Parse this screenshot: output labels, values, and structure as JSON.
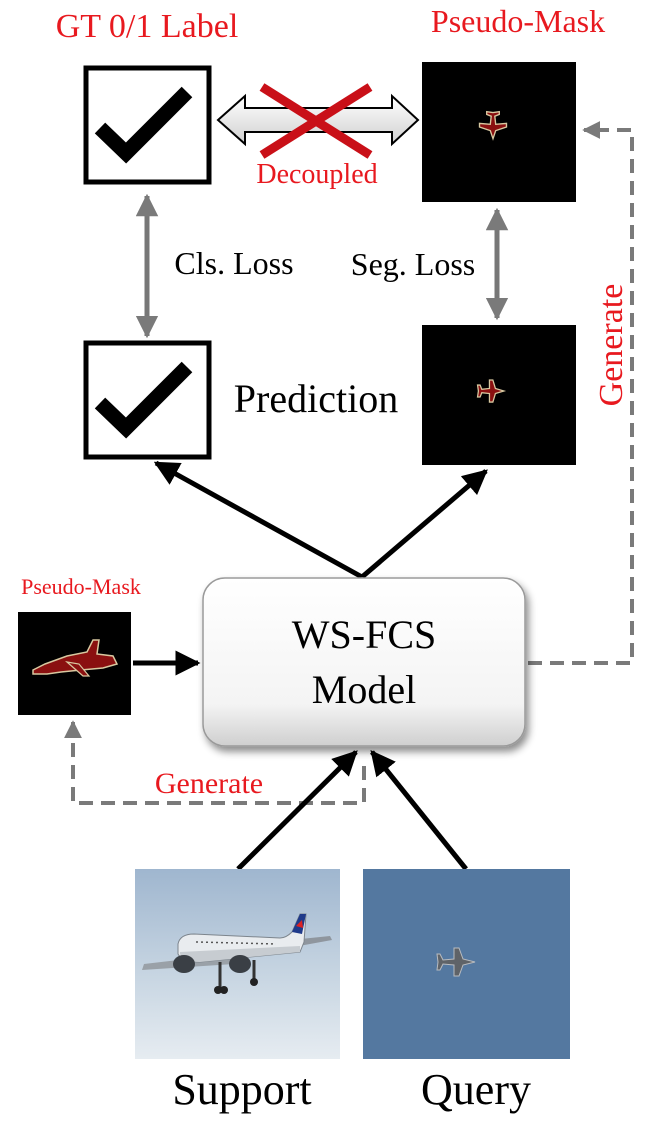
{
  "labels": {
    "gt_label": "GT 0/1 Label",
    "pseudo_mask_top": "Pseudo-Mask",
    "decoupled": "Decoupled",
    "cls_loss": "Cls. Loss",
    "seg_loss": "Seg. Loss",
    "prediction": "Prediction",
    "generate_right": "Generate",
    "pseudo_mask_left": "Pseudo-Mask",
    "model_line1": "WS-FCS",
    "model_line2": "Model",
    "generate_bottom": "Generate",
    "support": "Support",
    "query": "Query"
  },
  "colors": {
    "red": "#e8191f",
    "arrow_gray": "#777777",
    "dashed_gray": "#7a7a7a",
    "black": "#000000",
    "sky_blue": "#5478a0",
    "mask_fill": "#8a1010",
    "mask_outline": "#d8c8a0"
  },
  "icons": {
    "check": "checkmark-icon",
    "cross": "cross-icon",
    "airplane": "airplane-icon",
    "jet": "fighter-jet-icon"
  }
}
